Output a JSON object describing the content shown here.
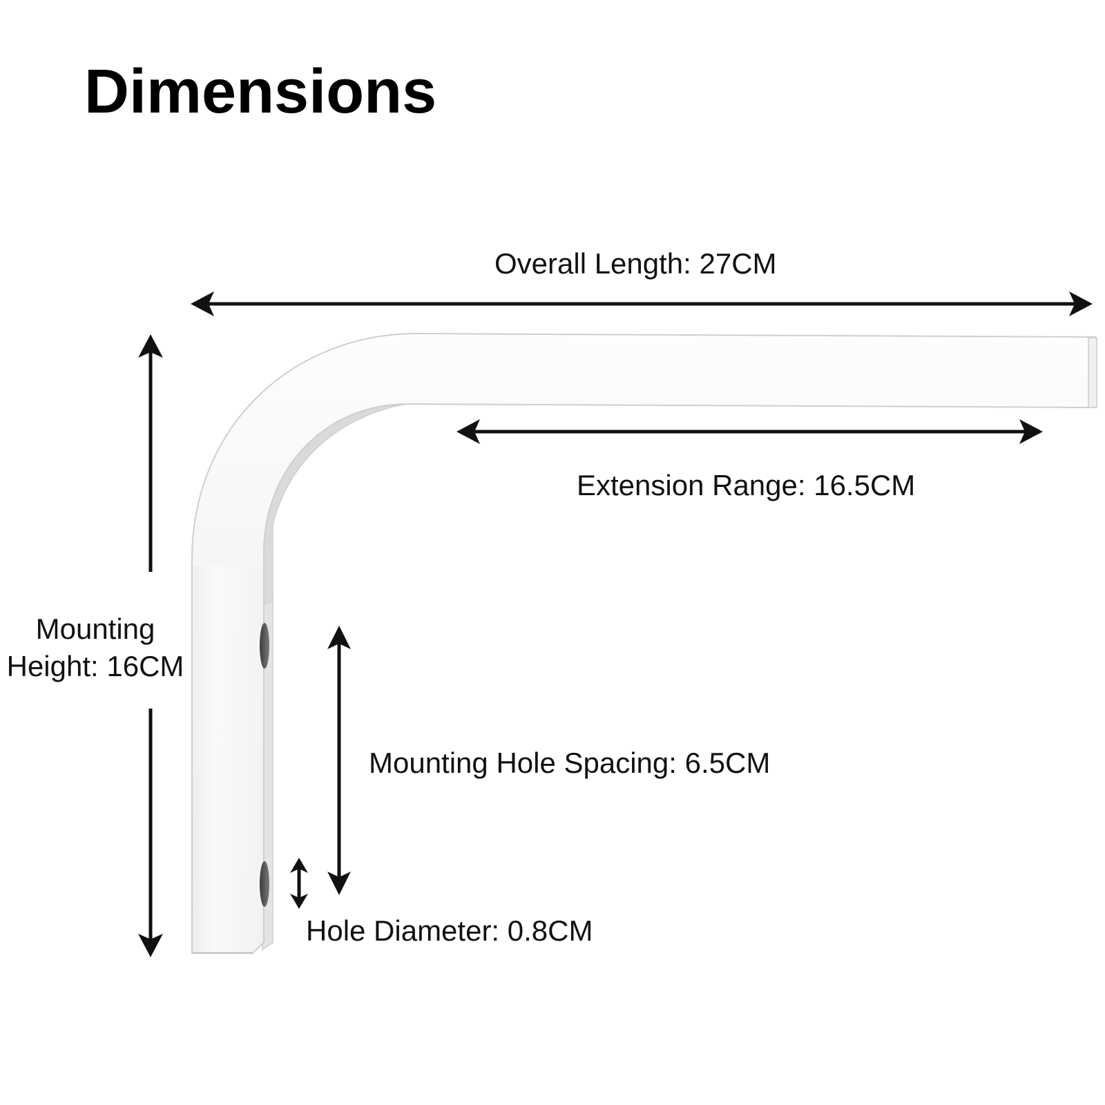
{
  "title": "Dimensions",
  "dimensions": {
    "overall_length": "Overall Length: 27CM",
    "extension_range": "Extension Range: 16.5CM",
    "mounting_height_line1": "Mounting",
    "mounting_height_line2": "Height: 16CM",
    "hole_spacing": "Mounting Hole Spacing: 6.5CM",
    "hole_diameter": "Hole Diameter: 0.8CM"
  },
  "colors": {
    "background": "#ffffff",
    "text": "#111111",
    "arrow": "#111111",
    "bracket": "#f7f7f7",
    "bracket_shadow": "#dcdcdc",
    "hole": "#555555"
  },
  "icons": {
    "arrow": "double-headed-arrow",
    "product": "l-shaped-curtain-rod-bracket"
  }
}
